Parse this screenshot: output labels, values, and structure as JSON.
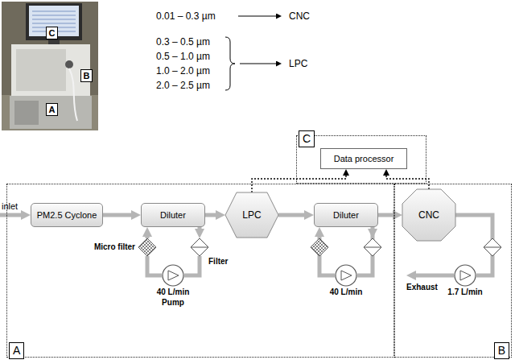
{
  "diagram": {
    "nodes": [
      {
        "text": [
          "C"
        ]
      },
      {
        "text": [
          "B"
        ]
      },
      {
        "text": [
          "A"
        ]
      },
      {
        "text": [
          "C"
        ]
      },
      {
        "text": [
          "Data processor"
        ],
        "in": 3
      },
      {
        "text": [
          "A"
        ]
      },
      {
        "text": [
          "PM2.5 Cyclone"
        ],
        "in": 5
      },
      {
        "text": [
          "Diluter"
        ],
        "in": 5
      },
      {
        "text": [
          "LPC"
        ],
        "in": 5
      },
      {
        "text": [
          "Diluter"
        ],
        "in": 5
      },
      {
        "text": [
          "Micro filter"
        ],
        "in": 5
      },
      {
        "text": [
          "Filter"
        ],
        "in": 5
      },
      {
        "text": [
          "40 L/min",
          "Pump"
        ],
        "in": 5
      },
      {
        "text": [
          "40 L/min"
        ],
        "in": 5
      },
      {
        "text": [
          "B"
        ]
      },
      {
        "text": [
          "CNC"
        ],
        "in": 14
      },
      {
        "text": [
          "1.7 L/min"
        ],
        "in": 14
      }
    ],
    "edges": [
      {
        "from": 6,
        "to": 7,
        "arrow": "to"
      },
      {
        "from": 7,
        "to": 8,
        "arrow": "to"
      },
      {
        "from": 8,
        "to": 9,
        "arrow": "to"
      },
      {
        "from": 9,
        "to": 15,
        "arrow": "to"
      },
      {
        "from": 7,
        "to": 11,
        "arrow": "to"
      },
      {
        "from": 11,
        "to": 12,
        "arrow": "none"
      },
      {
        "from": 12,
        "to": 10,
        "arrow": "none"
      },
      {
        "from": 10,
        "to": 7,
        "arrow": "to"
      },
      {
        "from": 9,
        "to": 13,
        "arrow": "none"
      },
      {
        "from": 13,
        "to": 9,
        "arrow": "to"
      },
      {
        "from": 15,
        "to": 16,
        "arrow": "none"
      },
      {
        "from": 8,
        "to": 4,
        "arrow": "to"
      },
      {
        "from": 15,
        "to": 4,
        "arrow": "to"
      }
    ],
    "labels": [
      "0.01 – 0.3 µm",
      "CNC",
      "0.3 – 0.5 µm",
      "0.5 – 1.0 µm",
      "1.0 – 2.0 µm",
      "2.0 – 2.5 µm",
      "LPC",
      "inlet",
      "Exhaust"
    ]
  }
}
